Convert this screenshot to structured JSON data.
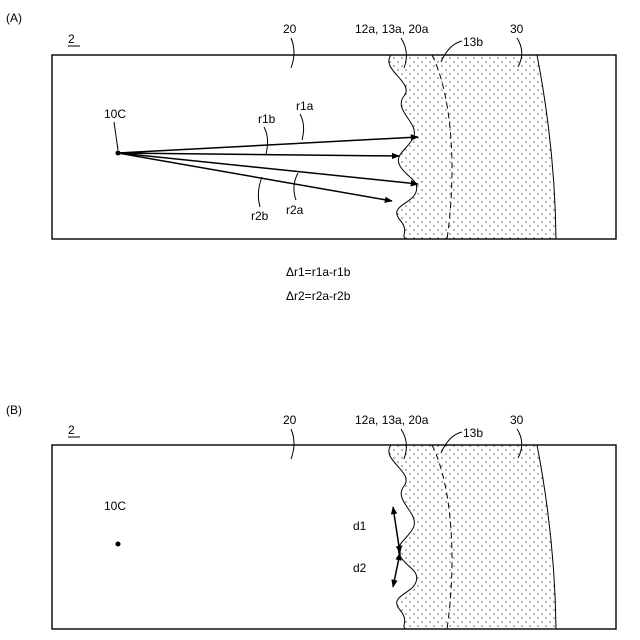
{
  "figure_a": {
    "panel_label": "(A)",
    "ref_numeral": "2",
    "label_20": "20",
    "label_interface": "12a, 13a, 20a",
    "label_13b": "13b",
    "label_30": "30",
    "label_center": "10C",
    "label_r1a": "r1a",
    "label_r1b": "r1b",
    "label_r2a": "r2a",
    "label_r2b": "r2b",
    "equation_1": "Δr1=r1a-r1b",
    "equation_2": "Δr2=r2a-r2b"
  },
  "figure_b": {
    "panel_label": "(B)",
    "ref_numeral": "2",
    "label_20": "20",
    "label_interface": "12a, 13a, 20a",
    "label_13b": "13b",
    "label_30": "30",
    "label_center": "10C",
    "label_d1": "d1",
    "label_d2": "d2"
  }
}
